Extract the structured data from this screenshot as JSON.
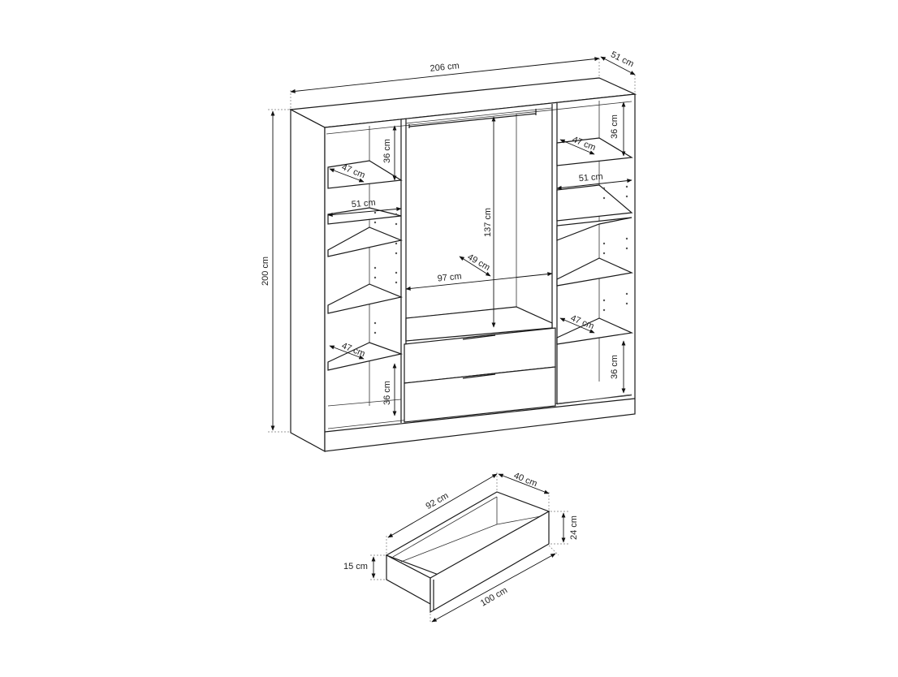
{
  "wardrobe": {
    "width_label": "206 cm",
    "depth_label": "51 cm",
    "height_label": "200 cm",
    "hanging_height_label": "137 cm",
    "hanging_width_label": "97 cm",
    "hanging_depth_label": "49 cm",
    "shelf_depth_label": "47 cm",
    "shelf_width_label": "51 cm",
    "shelf_gap_label": "36 cm"
  },
  "drawer": {
    "length_label": "92 cm",
    "depth_label": "40 cm",
    "front_width_label": "100 cm",
    "front_height_label": "24 cm",
    "side_height_label": "15 cm"
  }
}
